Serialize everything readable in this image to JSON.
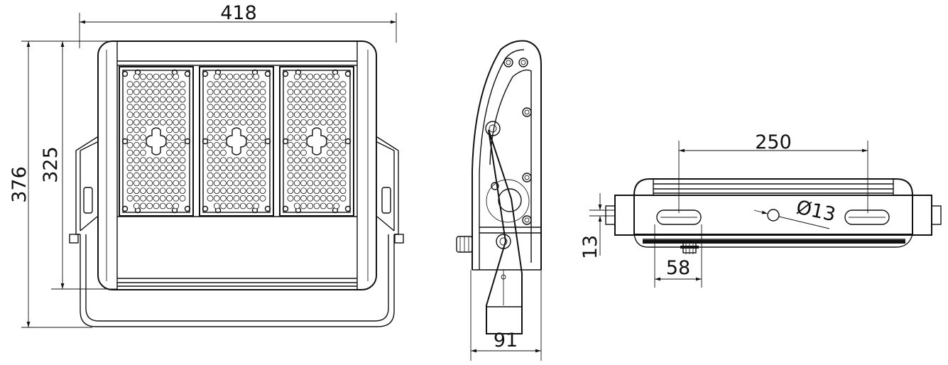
{
  "dimensions": {
    "front_width": "418",
    "front_height_total": "376",
    "front_height_body": "325",
    "side_depth": "91",
    "bottom_slot_spacing": "250",
    "bottom_hole_diameter": "Ø13",
    "bottom_offset_vertical": "13",
    "bottom_slot_width": "58"
  },
  "led_modules": 3,
  "colors": {
    "line": "#111111",
    "background": "#ffffff"
  }
}
